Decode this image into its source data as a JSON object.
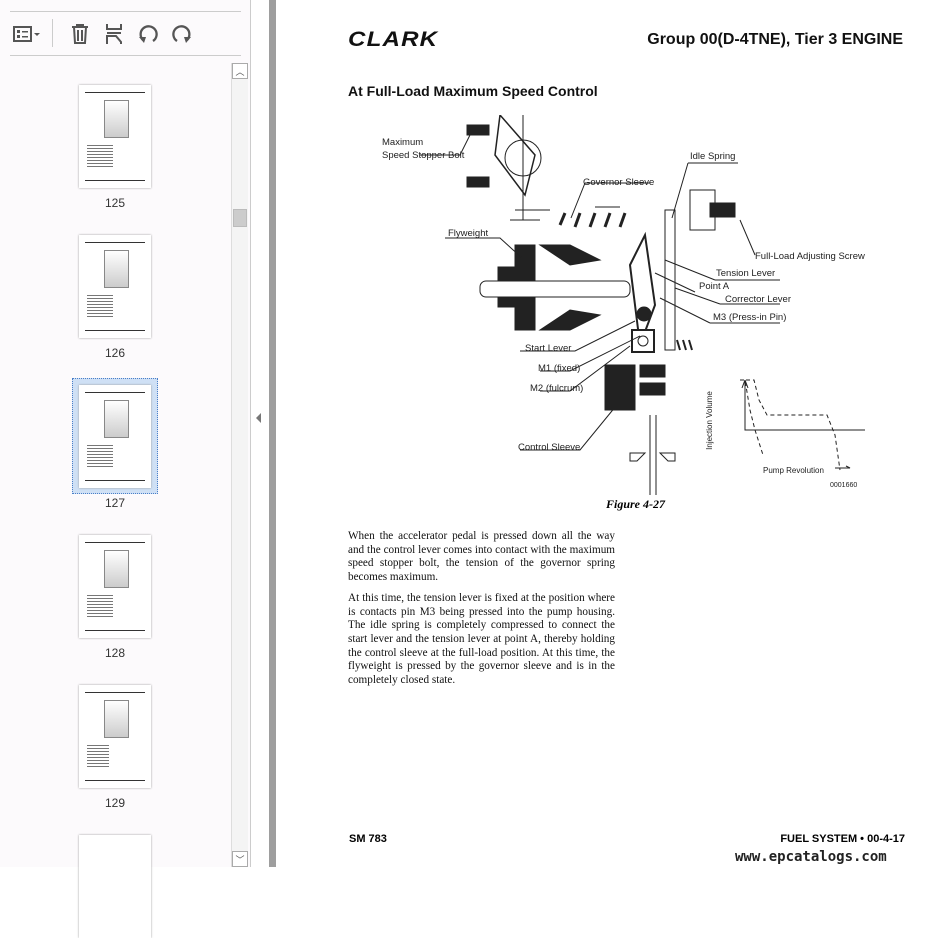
{
  "toolbar": {
    "icons": [
      "thumbnail-options-icon",
      "delete-icon",
      "insert-page-icon",
      "rotate-left-icon",
      "rotate-right-icon"
    ]
  },
  "thumbnails": [
    {
      "label": "125"
    },
    {
      "label": "126"
    },
    {
      "label": "127",
      "selected": true
    },
    {
      "label": "128"
    },
    {
      "label": "129"
    }
  ],
  "page": {
    "logo": "CLARK",
    "header": "Group 00(D-4TNE), Tier 3 ENGINE",
    "section_title": "At Full-Load Maximum Speed Control",
    "figure_caption": "Figure 4-27",
    "diagram_labels": {
      "max_stopper": "Maximum",
      "max_stopper2": "Speed Stopper Bolt",
      "idle_spring": "Idle Spring",
      "governor_sleeve": "Governor Sleeve",
      "flyweight": "Flyweight",
      "full_load": "Full-Load Adjusting Screw",
      "tension_lever": "Tension Lever",
      "point_a": "Point A",
      "corrector_lever": "Corrector Lever",
      "m3": "M3 (Press-in Pin)",
      "start_lever": "Start Lever",
      "m1": "M1 (fixed)",
      "m2": "M2 (fulcrum)",
      "control_sleeve": "Control Sleeve",
      "y_axis": "Injection Volume",
      "x_axis": "Pump Revolution",
      "fig_code": "0001660"
    },
    "paragraphs": [
      "When the accelerator pedal is pressed down all the way and the control lever comes into contact with the maximum speed stopper bolt, the tension of the governor spring becomes maximum.",
      "At this time, the tension lever is fixed at the position where is contacts pin M3 being pressed into the pump housing. The idle spring is completely compressed to connect the start lever and the tension lever at point A, thereby holding the control sleeve at the full-load position. At this time, the flyweight is pressed by the governor sleeve and is in the completely closed state."
    ],
    "footer_left": "SM 783",
    "footer_right": "FUEL SYSTEM • 00-4-17",
    "watermark": "www.epcatalogs.com"
  }
}
